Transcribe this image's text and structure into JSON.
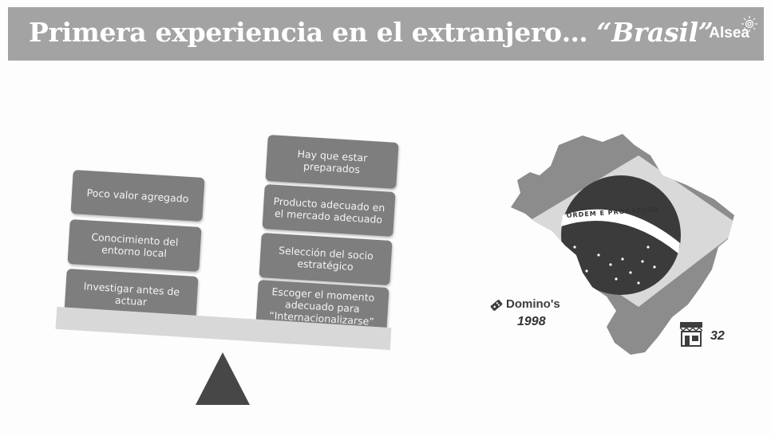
{
  "header": {
    "title_main": "Primera experiencia en el extranjero… ",
    "title_country": "“Brasil”",
    "brand": "Alsea"
  },
  "left_boxes": [
    "Poco valor agregado",
    "Conocimiento del entorno local",
    "Investigar antes de actuar"
  ],
  "right_boxes": [
    "Hay que estar preparados",
    "Producto adecuado en el mercado adecuado",
    "Selección del socio estratégico",
    "Escoger el momento adecuado para “Internacionalizarse”"
  ],
  "map": {
    "motto": "ORDEM E PROGRESSO"
  },
  "dominos": {
    "name": "Domino's",
    "year": "1998"
  },
  "stores": {
    "count": "32"
  },
  "colors": {
    "header_bg": "#a3a3a3",
    "box_bg": "#7e7e7e",
    "fulcrum": "#474747"
  }
}
